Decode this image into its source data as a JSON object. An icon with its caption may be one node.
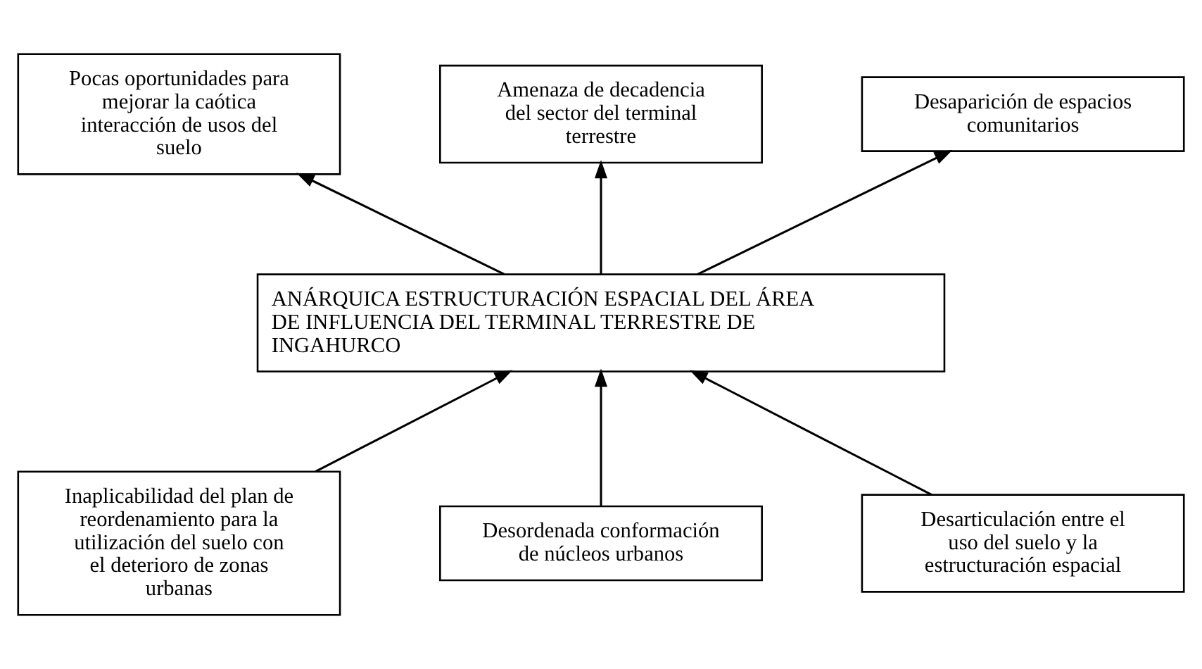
{
  "diagram": {
    "nodes": [
      {
        "text": [
          "Pocas oportunidades para mejorar la caótica interacción de usos del suelo"
        ]
      },
      {
        "text": [
          "Amenaza de decadencia del sector del terminal terrestre"
        ]
      },
      {
        "text": [
          "Desaparición de espacios comunitarios"
        ]
      },
      {
        "text": [
          "ANÁRQUICA ESTRUCTURACIÓN ESPACIAL DEL ÁREA DE INFLUENCIA DEL TERMINAL TERRESTRE DE INGAHURCO"
        ]
      },
      {
        "text": [
          "Inaplicabilidad del plan de reordenamiento para la utilización del suelo con el deterioro de zonas urbanas"
        ]
      },
      {
        "text": [
          "Desordenada conformación de núcleos urbanos"
        ]
      },
      {
        "text": [
          "Desarticulación entre el uso del suelo y la estructuración espacial"
        ]
      }
    ],
    "edges": [
      {
        "from": 3,
        "to": 0,
        "arrow": "to"
      },
      {
        "from": 3,
        "to": 1,
        "arrow": "to"
      },
      {
        "from": 3,
        "to": 2,
        "arrow": "to"
      },
      {
        "from": 4,
        "to": 3,
        "arrow": "to"
      },
      {
        "from": 5,
        "to": 3,
        "arrow": "to"
      },
      {
        "from": 6,
        "to": 3,
        "arrow": "to"
      }
    ]
  }
}
